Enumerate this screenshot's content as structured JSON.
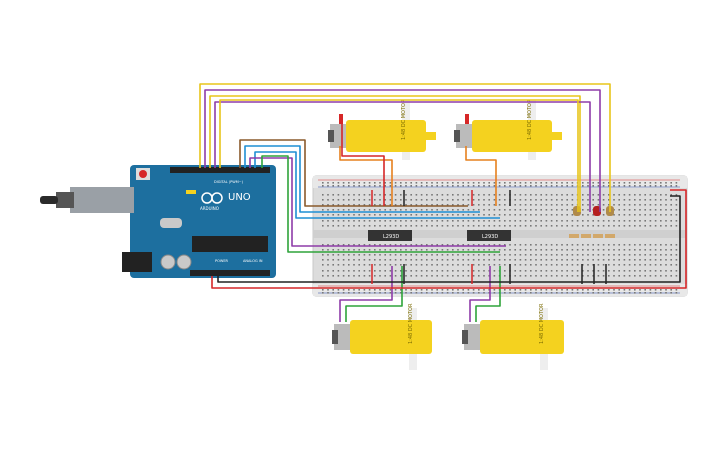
{
  "board": {
    "name": "UNO",
    "brand": "ARDUINO",
    "digital_label": "DIGITAL (PWM~)",
    "power_label": "POWER",
    "analog_label": "ANALOG IN"
  },
  "chips": {
    "left": "L293D",
    "right": "L293D"
  },
  "motors": {
    "label": "1:48 DC MOTOR"
  },
  "colors": {
    "wire_yellow": "#e8c51a",
    "wire_purple": "#8e3ba8",
    "wire_orange": "#e6801e",
    "wire_blue": "#1f8fd4",
    "wire_green": "#2ea33a",
    "wire_brown": "#8a5a2b",
    "wire_red": "#d62728",
    "wire_black": "#222222",
    "arduino_blue": "#1d6f9f",
    "breadboard": "#e6e6e6",
    "motor_yellow": "#f4d21f"
  }
}
